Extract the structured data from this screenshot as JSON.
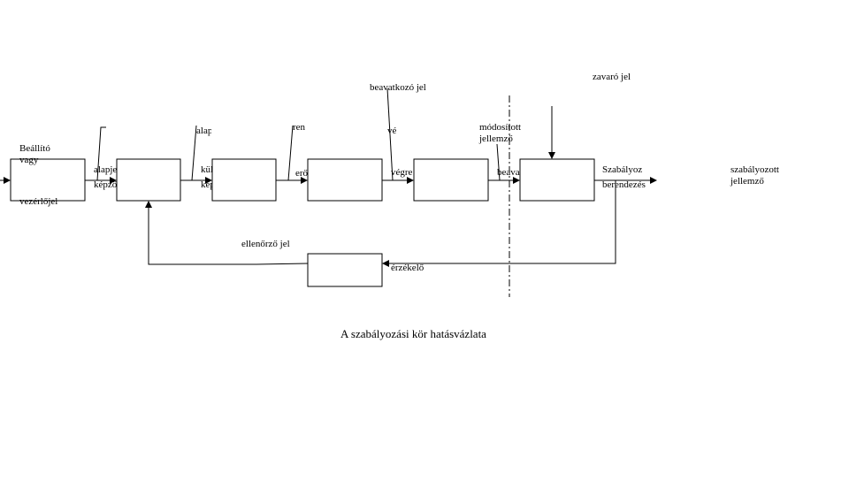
{
  "labels": {
    "beallito": "Beállító",
    "vagy": "vagy",
    "vezerlojel": "vezérlőjel",
    "alapjel_1": "alapje",
    "alapjel_2": "képző",
    "alap_top": "alap",
    "kulonbseg_1": "kül",
    "kulonbseg_2": "kép",
    "rendelkezo_top": "ren",
    "erosito": "erő",
    "beavatkozo_jel": "beavatkozó jel",
    "vegrehajto_top": "vé",
    "vegrehajto": "végre",
    "modositott_1": "módosított",
    "modositott_2": "jellemző",
    "beavatkozo": "beava",
    "zavaro_jel": "zavaró jel",
    "szabalyozott_ber_1": "Szabályoz",
    "szabalyozott_ber_2": "berendezés",
    "szabalyozott_jell_1": "szabályozott",
    "szabalyozott_jell_2": "jellemző",
    "ellenorzo_jel": "ellenőrző jel",
    "erzekelo": "érzékelő"
  },
  "caption": "A szabályozási kör hatásvázlata"
}
